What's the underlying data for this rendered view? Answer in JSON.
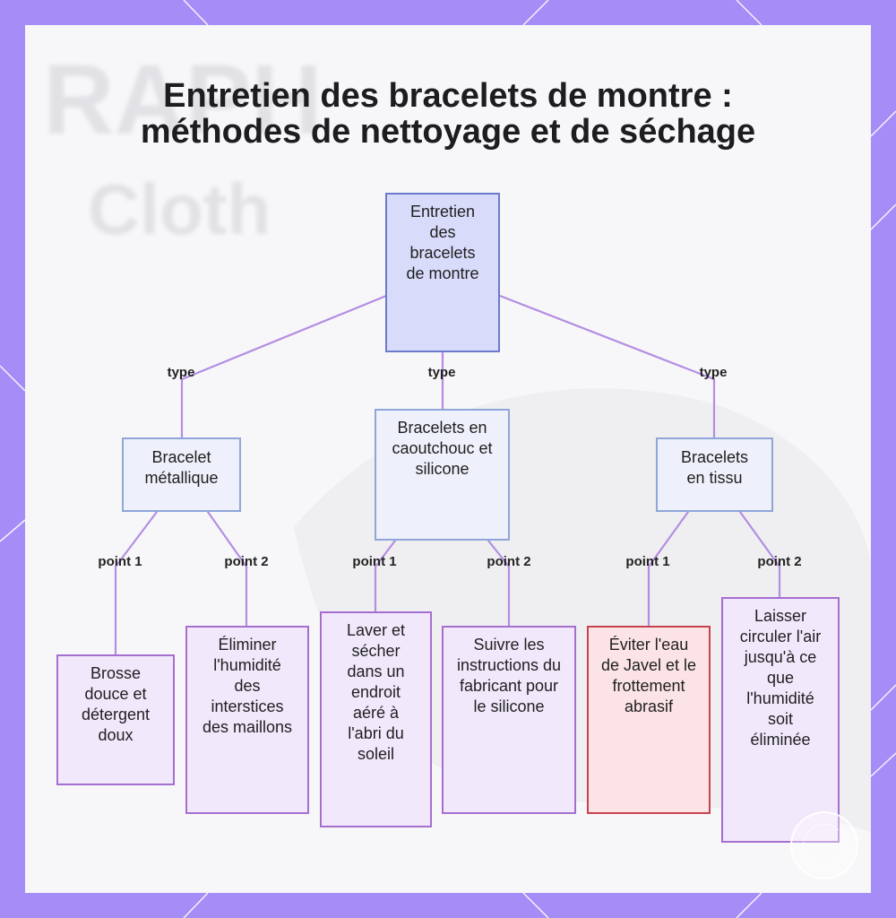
{
  "title": {
    "line1": "Entretien des bracelets de montre :",
    "line2": "méthodes de nettoyage et de séchage"
  },
  "background_text": {
    "word1": "RAPH",
    "word2": "Cloth"
  },
  "nodes": {
    "root": "Entretien des bracelets de montre",
    "metal": "Bracelet métallique",
    "silicone": "Bracelets en caoutchouc et silicone",
    "tissu": "Bracelets en tissu",
    "metal_p1": "Brosse douce et détergent doux",
    "metal_p2": "Éliminer l'humidité des interstices des maillons",
    "silicone_p1": "Laver et sécher dans un endroit aéré à l'abri du soleil",
    "silicone_p2": "Suivre les instructions du fabricant pour le silicone",
    "tissu_p1": "Éviter l'eau de Javel et le frottement abrasif",
    "tissu_p2": "Laisser circuler l'air jusqu'à ce que l'humidité soit éliminée"
  },
  "edge_labels": {
    "type_left": "type",
    "type_center": "type",
    "type_right": "type",
    "metal_p1": "point 1",
    "metal_p2": "point 2",
    "silicone_p1": "point 1",
    "silicone_p2": "point 2",
    "tissu_p1": "point 1",
    "tissu_p2": "point 2"
  },
  "colors": {
    "frame": "#a58cf7",
    "card": "#f7f7f9",
    "edge": "#b48de3",
    "root_fill": "#d9dbfb",
    "mid_fill": "#eef0fb",
    "leaf_fill": "#f1e8fb",
    "leaf_border": "#a56fd0",
    "warn_fill": "#fbe3e6",
    "warn_border": "#c8424e"
  },
  "icons": {
    "badge": "watermark-seal-icon"
  }
}
